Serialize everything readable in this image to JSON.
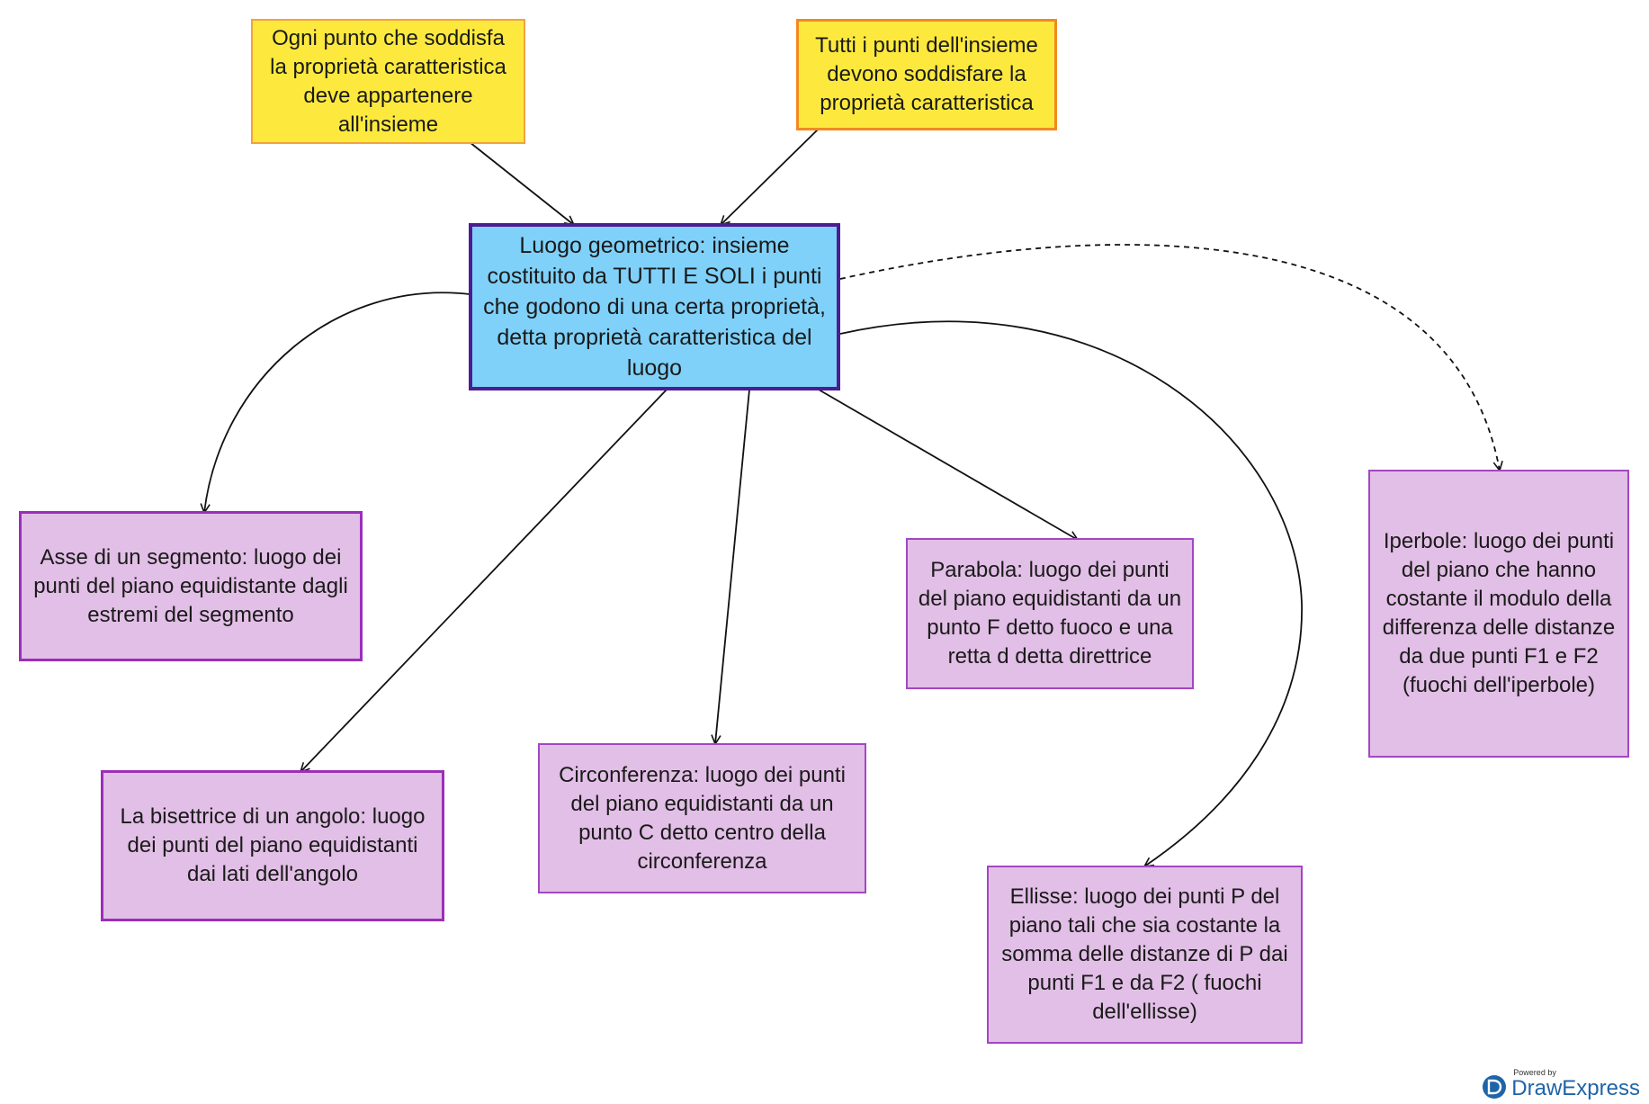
{
  "nodes": {
    "top_left": "Ogni punto che soddisfa\nla proprietà caratteristica\ndeve appartenere\nall'insieme",
    "top_right": "Tutti i punti dell'insieme\ndevono soddisfare la\nproprietà caratteristica",
    "central": "Luogo geometrico: insieme\ncostituito da TUTTI E SOLI i punti\nche godono di una certa proprietà,\ndetta proprietà caratteristica del\nluogo",
    "asse": "Asse di un segmento: luogo dei\npunti del piano equidistante dagli\nestremi del segmento",
    "bisettrice": "La bisettrice di un angolo: luogo\ndei punti del piano equidistanti\ndai lati dell'angolo",
    "circonferenza": "Circonferenza: luogo dei punti\ndel piano equidistanti da un\npunto C detto centro della\ncirconferenza",
    "parabola": "Parabola: luogo dei punti\ndel piano equidistanti da un\npunto F detto fuoco e una\nretta d detta direttrice",
    "ellisse": "Ellisse: luogo dei punti P del\npiano tali che sia costante la\nsomma delle distanze di P dai\npunti F1 e da F2 ( fuochi\ndell'ellisse)",
    "iperbole": "Iperbole: luogo dei punti\ndel piano che hanno\ncostante il modulo della\ndifferenza delle distanze\nda due punti F1 e F2\n(fuochi dell'iperbole)\n"
  },
  "branding": {
    "powered_by": "Powered by",
    "name": "DrawExpress"
  },
  "colors": {
    "yellow_fill": "#fde93e",
    "orange_border": "#f2a23c",
    "blue_fill": "#7fd1f9",
    "indigo_border": "#4b1d92",
    "lilac_fill": "#e2bfe6",
    "purple_border": "#a347c2",
    "brand_blue": "#1e64a8"
  }
}
